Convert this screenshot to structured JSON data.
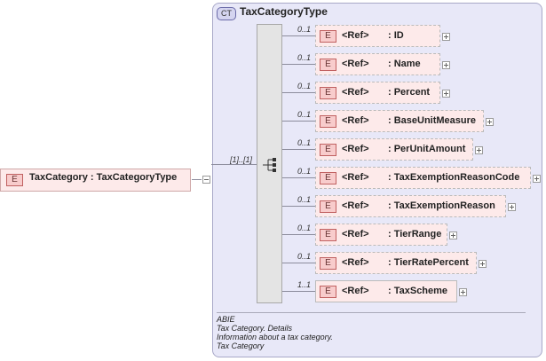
{
  "complex_type": {
    "badge": "CT",
    "name": "TaxCategoryType"
  },
  "root_element": {
    "badge": "E",
    "label": "TaxCategory : TaxCategoryType",
    "occurrence": "[1]..[1]"
  },
  "children": [
    {
      "badge": "E",
      "ref": "<Ref>",
      "name": ": ID",
      "occurrence": "0..1"
    },
    {
      "badge": "E",
      "ref": "<Ref>",
      "name": ": Name",
      "occurrence": "0..1"
    },
    {
      "badge": "E",
      "ref": "<Ref>",
      "name": ": Percent",
      "occurrence": "0..1"
    },
    {
      "badge": "E",
      "ref": "<Ref>",
      "name": ": BaseUnitMeasure",
      "occurrence": "0..1"
    },
    {
      "badge": "E",
      "ref": "<Ref>",
      "name": ": PerUnitAmount",
      "occurrence": "0..1"
    },
    {
      "badge": "E",
      "ref": "<Ref>",
      "name": ": TaxExemptionReasonCode",
      "occurrence": "0..1"
    },
    {
      "badge": "E",
      "ref": "<Ref>",
      "name": ": TaxExemptionReason",
      "occurrence": "0..1"
    },
    {
      "badge": "E",
      "ref": "<Ref>",
      "name": ": TierRange",
      "occurrence": "0..1"
    },
    {
      "badge": "E",
      "ref": "<Ref>",
      "name": ": TierRatePercent",
      "occurrence": "0..1"
    },
    {
      "badge": "E",
      "ref": "<Ref>",
      "name": ": TaxScheme",
      "occurrence": "1..1"
    }
  ],
  "annotation": {
    "lines": [
      "ABIE",
      "Tax Category. Details",
      "Information about a tax category.",
      "Tax Category"
    ]
  }
}
